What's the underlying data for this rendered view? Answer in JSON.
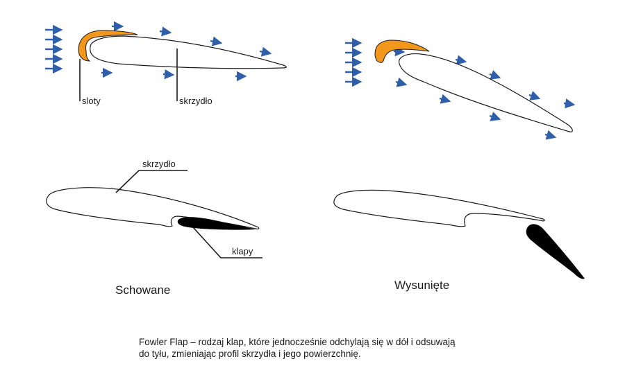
{
  "labels": {
    "sloty": "sloty",
    "skrzydlo_top": "skrzydło",
    "skrzydlo_mid": "skrzydło",
    "klapy": "klapy",
    "schowane": "Schowane",
    "wysuniete": "Wysunięte"
  },
  "caption": {
    "line1": "Fowler Flap – rodzaj klap, które jednocześnie odchylają się w dół i odsuwają",
    "line2": "do tyłu, zmieniając profil skrzydła i jego powierzchnię."
  },
  "colors": {
    "slat": "#f0971c",
    "arrow": "#2f5fa8",
    "outline": "#1a1a1a",
    "flap": "#000000"
  }
}
